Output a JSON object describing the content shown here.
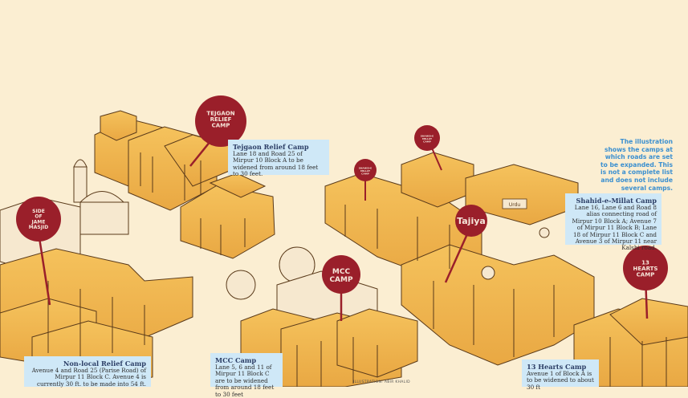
{
  "pins": {
    "tejgaon": "TEJGAON RELIEF CAMP",
    "jame_masjid": "SIDE OF JAME MASJID",
    "shahid_millat": "SHAHID-E MILLAT CAMP",
    "second_small": "SHAHID-E MILLAT CAMP",
    "mcc": "MCC CAMP",
    "tajiya": "Tajiya",
    "hearts": "13 HEARTS CAMP"
  },
  "sign": "Urdu",
  "callouts": {
    "tejgaon": {
      "title": "Tejgaon Relief Camp",
      "body": "Lane 18 and Road 25 of Mirpur 10 Block A to be widened from around 18 feet to 30 feet."
    },
    "shahid": {
      "title": "Shahid-e-Millat Camp",
      "body": "Lane 16, Lane 6 and Road 8 alias connecting road of Mirpur 10 Block A; Avenue 7 of Mirpur 11 Block B; Lane 18 of Mirpur 11 Block C and Avenue 3 of Mirpur 11 near Kalshi road."
    },
    "nonlocal": {
      "title": "Non-local Relief Camp",
      "body": "Avenue 4 and Road 25 (Parise Road) of Mirpur 11 Block C. Avenue 4 is currently 30 ft. to be made into 54 ft."
    },
    "mcc": {
      "title": "MCC Camp",
      "body": "Lane 5, 6 and 11 of Mirpur 11 Block C are to be widened from around 18 feet to 30 feet"
    },
    "hearts": {
      "title": "13 Hearts Camp",
      "body": "Avenue 1 of Block A is to be widened to about 30 ft"
    }
  },
  "note": "The illustration shows the camps at which roads are set to be expanded. This is not a complete list and does not include several camps.",
  "credit": "ILLUSTRATION: ABIR KHALID",
  "colors": {
    "background": "#fbeed2",
    "building": "#f2b84f",
    "building_shadow": "#d99a36",
    "outline": "#5a3a1a",
    "pin": "#9a1f2a",
    "callout": "#cfe8f7",
    "note_text": "#3a8fd0"
  }
}
